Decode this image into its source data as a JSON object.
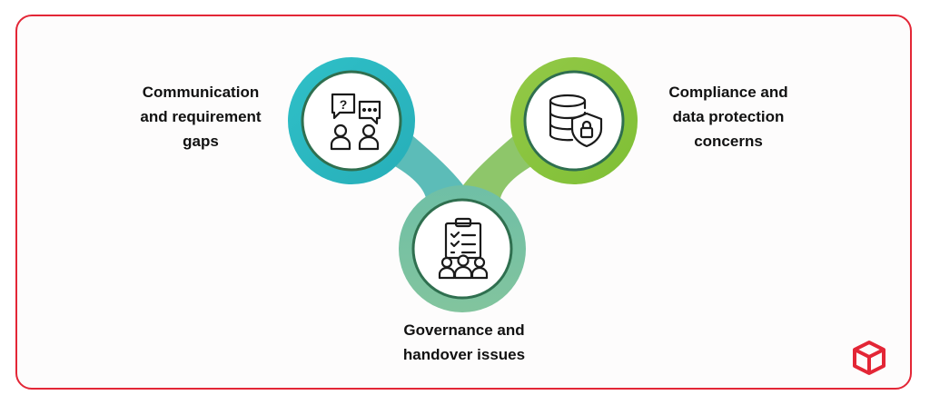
{
  "nodes": [
    {
      "label": "Communication\nand requirement\ngaps",
      "icon": "communication-people-icon",
      "color": "#2bb7c3"
    },
    {
      "label": "Compliance and\ndata protection\nconcerns",
      "icon": "database-shield-lock-icon",
      "color": "#8cc63f"
    },
    {
      "label": "Governance and\nhandover issues",
      "icon": "checklist-team-icon",
      "color": "#7cc0a0"
    }
  ],
  "colors": {
    "frame": "#e32636",
    "inner_ring": "#2f6f4f",
    "icon_stroke": "#1a1a1a",
    "logo": "#e32636"
  },
  "logo": {
    "icon": "cube-logo-icon"
  }
}
